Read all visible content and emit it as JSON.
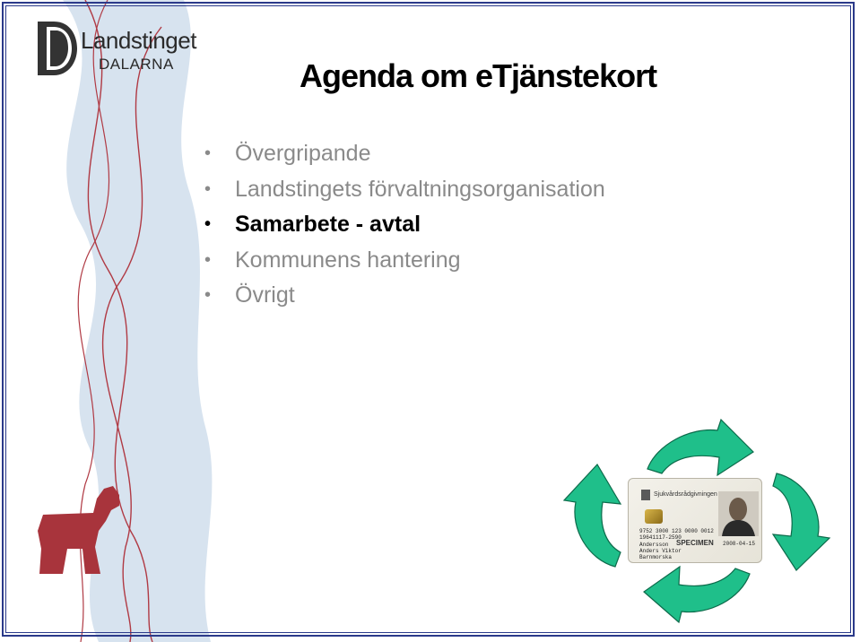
{
  "logo": {
    "name": "Landstinget",
    "sub": "DALARNA"
  },
  "title": "Agenda om eTjänstekort",
  "agenda": [
    {
      "label": "Övergripande",
      "active": false
    },
    {
      "label": "Landstingets förvaltningsorganisation",
      "active": false
    },
    {
      "label": "Samarbete - avtal",
      "active": true
    },
    {
      "label": "Kommunens hantering",
      "active": false
    },
    {
      "label": "Övrigt",
      "active": false
    }
  ],
  "card": {
    "issuer": "Sjukvårdsrådgivningen",
    "number_line": "9752 3000 123 0000 0012",
    "id_line": "19641117-2590",
    "surname": "Andersson",
    "given": "Anders Viktor",
    "role": "Barnmorska",
    "specimen": "SPECIMEN",
    "valid": "2008-04-15"
  },
  "colors": {
    "title": "#000000",
    "active": "#000000",
    "inactive": "#8a8a8a",
    "frame": "#2b3a8a",
    "horse": "#a8343c",
    "arrow": "#1fbf8a",
    "band": "#c9d9ea",
    "curve": "#b03a44"
  }
}
